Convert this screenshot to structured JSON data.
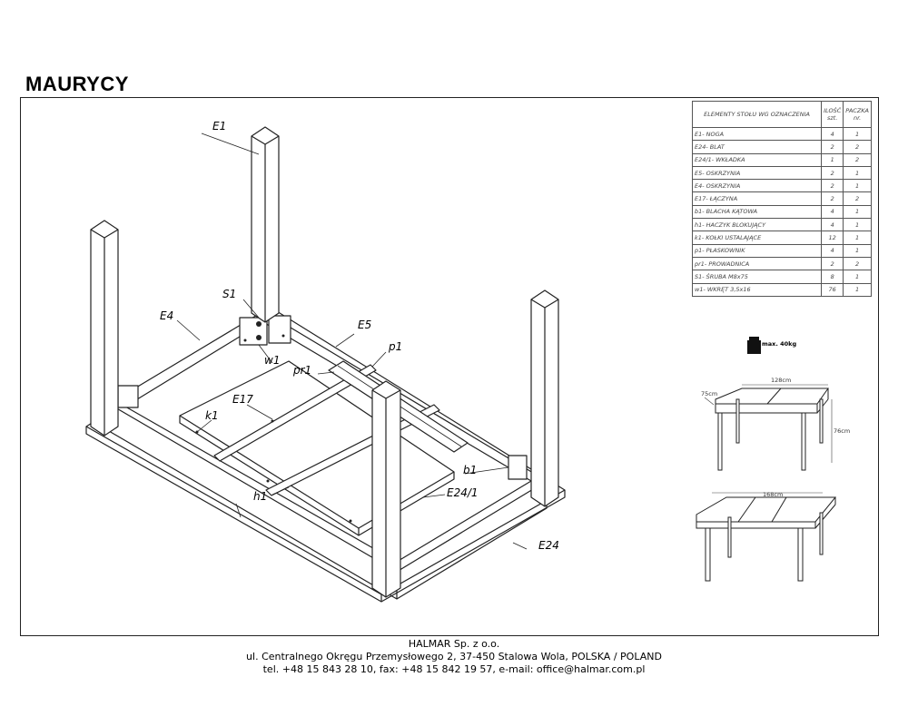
{
  "title": "MAURYCY",
  "parts_table": {
    "headers": [
      "ELEMENTY STOŁU WG OZNACZENIA",
      "ILOŚĆ szt.",
      "PACZKA nr."
    ],
    "rows": [
      {
        "name": "E1- NOGA",
        "qty": "4",
        "pkg": "1"
      },
      {
        "name": "E24- BLAT",
        "qty": "2",
        "pkg": "2"
      },
      {
        "name": "E24/1- WKŁADKA",
        "qty": "1",
        "pkg": "2"
      },
      {
        "name": "E5- OSKRZYNIA",
        "qty": "2",
        "pkg": "1"
      },
      {
        "name": "E4- OSKRZYNIA",
        "qty": "2",
        "pkg": "1"
      },
      {
        "name": "E17- ŁĄCZYNA",
        "qty": "2",
        "pkg": "2"
      },
      {
        "name": "b1- BLACHA KĄTOWA",
        "qty": "4",
        "pkg": "1"
      },
      {
        "name": "h1- HACZYK BLOKUJĄCY",
        "qty": "4",
        "pkg": "1"
      },
      {
        "name": "k1- KOŁKI USTALAJĄCE",
        "qty": "12",
        "pkg": "1"
      },
      {
        "name": "p1- PŁASKOWNIK",
        "qty": "4",
        "pkg": "1"
      },
      {
        "name": "pr1- PROWADNICA",
        "qty": "2",
        "pkg": "2"
      },
      {
        "name": "S1- ŚRUBA M8x75",
        "qty": "8",
        "pkg": "1"
      },
      {
        "name": "w1- WKRĘT 3,5x16",
        "qty": "76",
        "pkg": "1"
      }
    ]
  },
  "labels": {
    "E1": "E1",
    "S1": "S1",
    "E4": "E4",
    "E5": "E5",
    "p1": "p1",
    "w1": "w1",
    "pr1": "pr1",
    "E17": "E17",
    "k1": "k1",
    "b1": "b1",
    "E24_1": "E24/1",
    "h1": "h1",
    "E24": "E24"
  },
  "max_load": "max. 40kg",
  "dimensions": {
    "length": "128cm",
    "depth": "75cm",
    "height": "76cm",
    "extended_length": "168cm"
  },
  "footer": {
    "company": "HALMAR Sp. z o.o.",
    "address": "ul. Centralnego Okręgu Przemysłowego 2, 37-450 Stalowa Wola, POLSKA / POLAND",
    "contact": "tel. +48 15 843 28 10, fax: +48 15 842 19 57, e-mail: office@halmar.com.pl"
  }
}
